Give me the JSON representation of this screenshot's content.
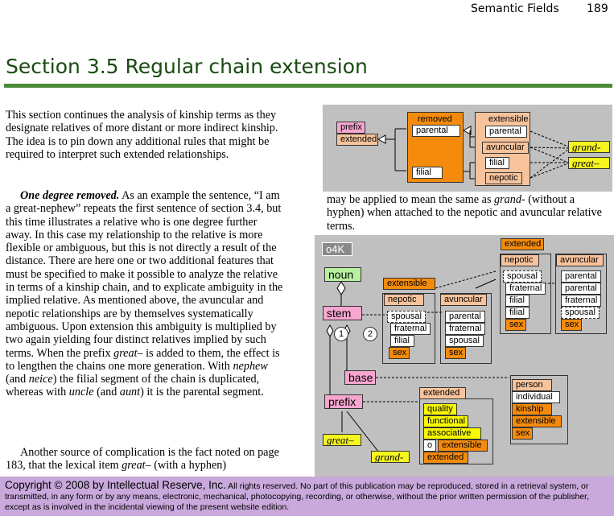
{
  "header": {
    "running_title": "Semantic Fields",
    "page_number": "189"
  },
  "section_title": "Section 3.5 Regular chain extension",
  "body": {
    "p1": "This section continues the analysis of kinship terms as they designate relatives of more distant or more indirect kinship. The idea is to pin down any additional rules that might be required to interpret such extended relationships.",
    "p2_lead": "One degree removed.",
    "p2_a": " As an example the sentence, “I am a great-nephew” repeats the first sentence of section 3.4, but this time illustrates a relative who is one degree further away. In this case my relationship to the relative is more flexible or ambiguous, but this is not directly a result of the distance. There are here one or two additional features that must be specified to make it possible to analyze the relative in terms of a kinship chain, and to explicate ambiguity in the implied relative. As mentioned above, the avuncular and nepotic relationships are by themselves systematically ambiguous. Upon extension this ambiguity is multiplied by two again yielding four distinct relatives implied by such terms. When the prefix ",
    "p2_great": "great–",
    "p2_b": " is added to them, the effect is to lengthen the chains one more generation. With ",
    "p2_nephew": "nephew",
    "p2_c": " (and ",
    "p2_neice": "neice",
    "p2_d": ") the filial segment of the chain is duplicated, whereas with ",
    "p2_uncle": "uncle",
    "p2_e": " (and ",
    "p2_aunt": "aunt",
    "p2_f": ") it is the parental segment.",
    "p3_a": "Another source of complication is the fact noted on page 183, that the lexical item ",
    "p3_great": "great–",
    "p3_b": " (with a hyphen)"
  },
  "caption": {
    "a": "may be applied to mean the same as ",
    "grand": "grand-",
    "b": " (without a hyphen) when attached to the nepotic and avuncular relative terms."
  },
  "figure1": {
    "prefix": "prefix",
    "extended": "extended",
    "removed_title": "removed",
    "parental": "parental",
    "filial": "filial",
    "extensible_title": "extensible",
    "ext_parental": "parental",
    "avuncular": "avuncular",
    "ext_filial": "filial",
    "nepotic": "nepotic",
    "grand": "grand-",
    "great": "great–"
  },
  "figure2": {
    "frame": "o4K",
    "noun": "noun",
    "stem": "stem",
    "base": "base",
    "prefix": "prefix",
    "one": "1",
    "two": "2",
    "great": "great–",
    "grand": "grand-",
    "extensible_tag": "extensible",
    "nepotic1": {
      "title": "nepotic",
      "items": [
        "spousal",
        "fraternal",
        "filial"
      ],
      "sex": "sex"
    },
    "avuncular1": {
      "title": "avuncular",
      "items": [
        "parental",
        "fraternal",
        "spousal"
      ],
      "sex": "sex"
    },
    "extended_tag": "extended",
    "nepotic2": {
      "title": "nepotic",
      "items": [
        "spousal",
        "fraternal",
        "filial",
        "filial"
      ],
      "sex": "sex"
    },
    "avuncular2": {
      "title": "avuncular",
      "items": [
        "parental",
        "parental",
        "fraternal",
        "spousal"
      ],
      "sex": "sex"
    },
    "person": {
      "items": [
        "person",
        "individual",
        "kinship",
        "extensible",
        "sex"
      ]
    },
    "extended_group": {
      "title": "extended",
      "items": [
        "quality",
        "functional",
        "associative"
      ],
      "o": "o",
      "extensible": "extensible",
      "extended": "extended"
    }
  },
  "copyright": {
    "main": "Copyright © 2008 by Intellectual Reserve, Inc.",
    "rest": "  All rights reserved.  No part of this publication may be reproduced, stored in a retrieval system, or transmitted, in any form or by any means, electronic, mechanical, photocopying, recording, or otherwise, without the prior written permission of the publisher, except as is involved in the incidental viewing of the present website edition."
  }
}
